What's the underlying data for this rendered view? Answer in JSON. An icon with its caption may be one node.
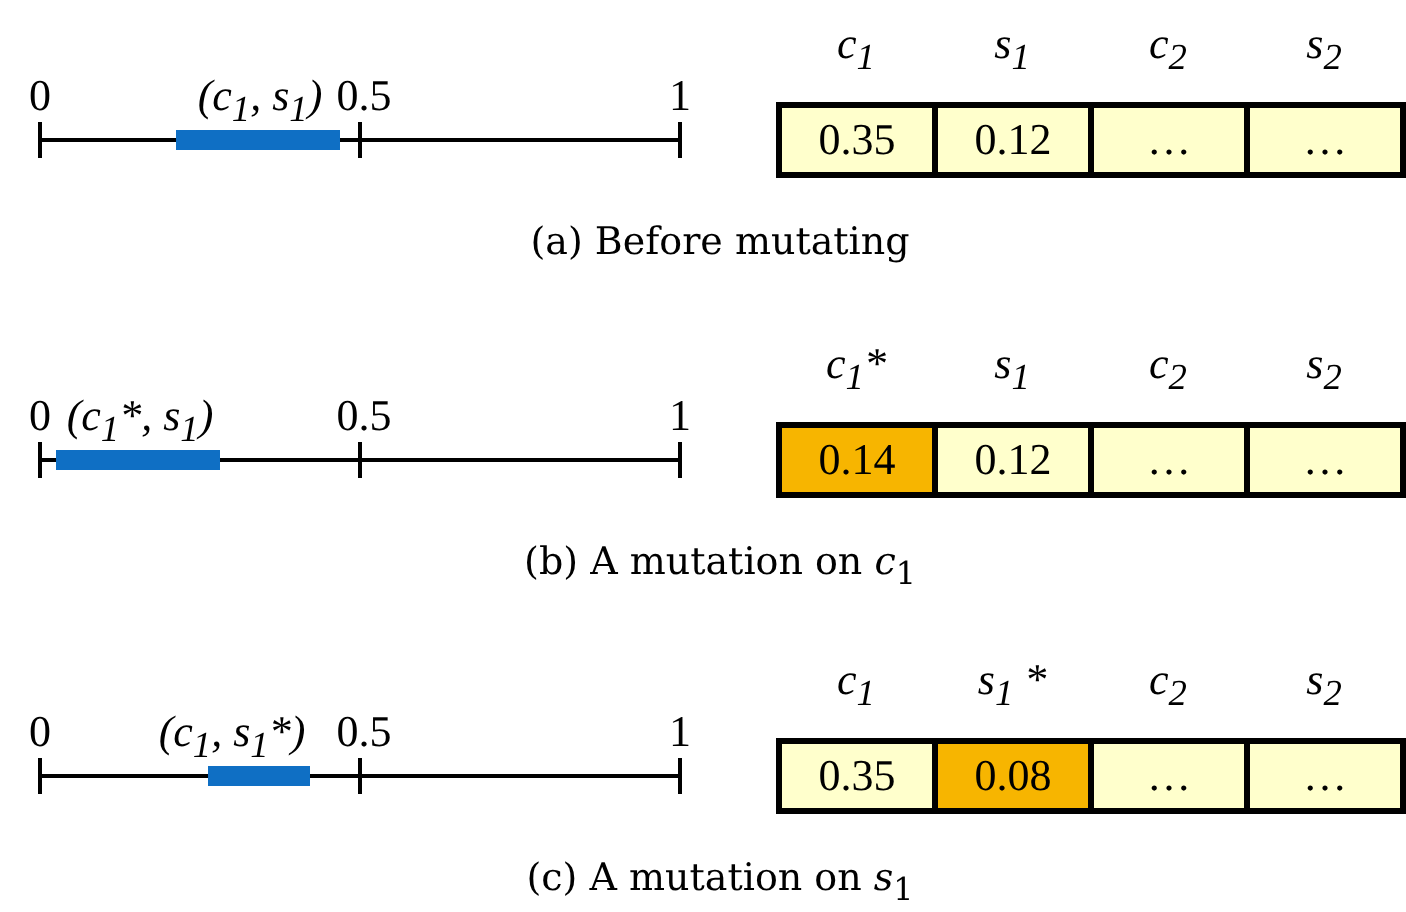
{
  "diagram": {
    "labels": [
      "c$_{1}$",
      "s$_{1}$",
      "c$_{2}$",
      "s$_{2}$",
      "0",
      "(c$_{1}$, s$_{1}$)",
      "0.5",
      "1",
      "0.35",
      "0.12",
      "…",
      "…",
      "(a) Before mutating",
      "c$_{1}$*",
      "s$_{1}$",
      "c$_{2}$",
      "s$_{2}$",
      "0",
      "(c$_{1}$*, s$_{1}$)",
      "0.5",
      "1",
      "0.14",
      "0.12",
      "…",
      "…",
      "(b) A mutation on *c*$_{1}$",
      "c$_{1}$",
      "s$_{1}$ *",
      "c$_{2}$",
      "s$_{2}$",
      "0",
      "(c$_{1}$, s$_{1}$*)",
      "0.5",
      "1",
      "0.35",
      "0.08",
      "…",
      "…",
      "(c) A mutation on *s*$_{1}$"
    ]
  }
}
